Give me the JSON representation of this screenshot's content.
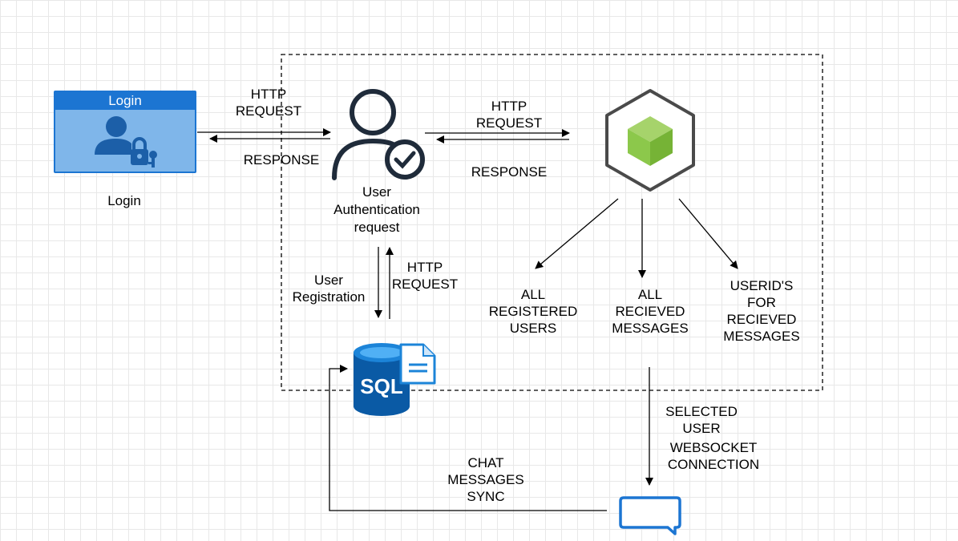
{
  "login_panel": {
    "title": "Login",
    "caption": "Login"
  },
  "auth": {
    "line1": "User",
    "line2": "Authentication",
    "line3": "request"
  },
  "edges": {
    "login_to_auth_request": [
      "HTTP",
      "REQUEST"
    ],
    "auth_to_login_response": "RESPONSE",
    "auth_to_server_request": [
      "HTTP",
      "REQUEST"
    ],
    "server_to_auth_response": "RESPONSE",
    "user_registration": [
      "User",
      "Registration"
    ],
    "db_http_request": [
      "HTTP",
      "REQUEST"
    ],
    "selected_user": [
      "SELECTED",
      "USER"
    ],
    "websocket": [
      "WEBSOCKET",
      "CONNECTION"
    ],
    "chat_sync": [
      "CHAT",
      "MESSAGES",
      "SYNC"
    ]
  },
  "outputs": {
    "registered_users": [
      "ALL",
      "REGISTERED",
      "USERS"
    ],
    "received_messages": [
      "ALL",
      "RECIEVED",
      "MESSAGES"
    ],
    "userids": [
      "USERID'S",
      "FOR",
      "RECIEVED",
      "MESSAGES"
    ]
  },
  "database": {
    "label": "SQL"
  },
  "colors": {
    "login_fill": "#7fb6ea",
    "login_header": "#1c75d2",
    "azure_blue": "#0078d4",
    "node_green": "#8cc84b",
    "icon_dark": "#1f2b3a",
    "chat_blue": "#1c75d2"
  },
  "icons": {
    "login": "user-lock-icon",
    "auth": "user-check-icon",
    "server": "nodejs-cube-icon",
    "db": "sql-database-icon",
    "chat": "chat-bubble-icon"
  }
}
